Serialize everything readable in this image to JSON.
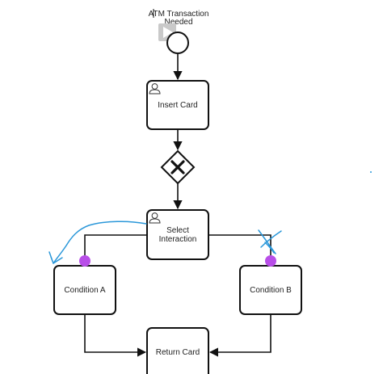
{
  "start_event": {
    "label_line1": "ATM Transaction",
    "label_line2": "Needed",
    "icon": "play-icon"
  },
  "tasks": {
    "insert_card": "Insert Card",
    "select_interaction_line1": "Select",
    "select_interaction_line2": "Interaction",
    "condition_a": "Condition A",
    "condition_b": "Condition B",
    "return_card": "Return Card"
  },
  "gateway": {
    "type": "exclusive",
    "icon": "x-mark-icon"
  },
  "task_icon": "user-icon",
  "colors": {
    "stroke": "#111111",
    "connector_dot": "#b84ee8",
    "annotation": "#2a97d9",
    "start_button_bg": "#c9c9c9"
  }
}
